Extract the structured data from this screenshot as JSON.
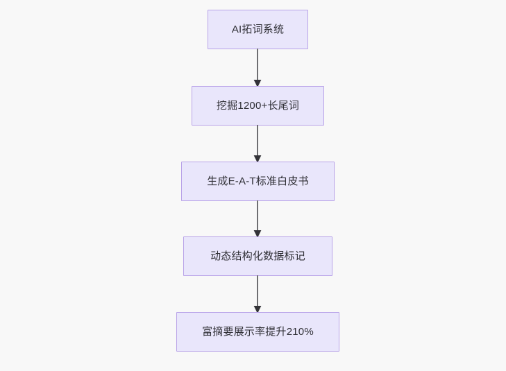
{
  "diagram": {
    "type": "flowchart",
    "direction": "top-to-bottom",
    "background_color": "#f8f8f8",
    "node_fill_color": "#e9e6fb",
    "node_border_color": "#b8a2e8",
    "node_text_color": "#2f2f35",
    "edge_color": "#6e6e72",
    "arrowhead_color": "#333338",
    "nodes": [
      {
        "id": "n1",
        "label": "AI拓词系统"
      },
      {
        "id": "n2",
        "label": "挖掘1200+长尾词"
      },
      {
        "id": "n3",
        "label": "生成E-A-T标准白皮书"
      },
      {
        "id": "n4",
        "label": "动态结构化数据标记"
      },
      {
        "id": "n5",
        "label": "富摘要展示率提升210%"
      }
    ],
    "edges": [
      {
        "id": "e1",
        "from": "n1",
        "to": "n2",
        "label": ""
      },
      {
        "id": "e2",
        "from": "n2",
        "to": "n3",
        "label": ""
      },
      {
        "id": "e3",
        "from": "n3",
        "to": "n4",
        "label": ""
      },
      {
        "id": "e4",
        "from": "n4",
        "to": "n5",
        "label": ""
      }
    ]
  }
}
